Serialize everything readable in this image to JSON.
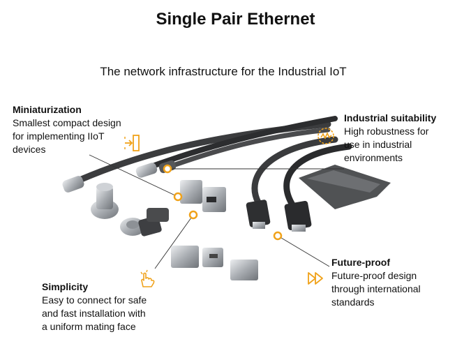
{
  "title": "Single Pair Ethernet",
  "subtitle": "The network infrastructure for the Industrial IoT",
  "colors": {
    "accent": "#f0a21a",
    "cable": "#3a3a3a",
    "metal": "#b9bcc0"
  },
  "features": {
    "miniaturization": {
      "heading": "Miniaturization",
      "body": "Smallest compact design\nfor implementing IIoT\ndevices",
      "icon": "compress-arrow-icon"
    },
    "industrial": {
      "heading": "Industrial suitability",
      "body": "High robustness for\nuse in industrial\nenvironments",
      "icon": "shield-wave-icon"
    },
    "simplicity": {
      "heading": "Simplicity",
      "body": "Easy to connect for safe\nand fast installation with\na uniform mating face",
      "icon": "hand-touch-icon"
    },
    "future": {
      "heading": "Future-proof",
      "body": "Future-proof design\nthrough international\nstandards",
      "icon": "fast-forward-icon"
    }
  }
}
